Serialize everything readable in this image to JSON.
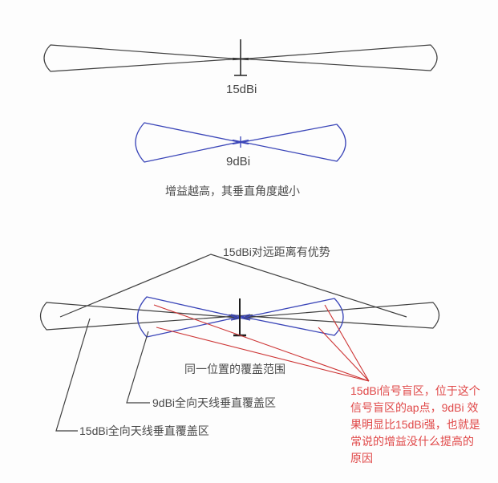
{
  "colors": {
    "black_line": "#3f3f3f",
    "blue_line": "#3a45b8",
    "red_line": "#cd3434",
    "text": "#4a4a4a",
    "red_text": "#e04848",
    "background": "#fdfdfd"
  },
  "top_pattern": {
    "gain_label": "15dBi"
  },
  "mid_pattern": {
    "gain_label": "9dBi"
  },
  "caption": "增益越高，其垂直角度越小",
  "bottom": {
    "advantage_label": "15dBi对远距离有优势",
    "coverage_label": "同一位置的覆盖范围",
    "label_9dbi_coverage": "9dBi全向天线垂直覆盖区",
    "label_15dbi_coverage": "15dBi全向天线垂直覆盖区",
    "blind_note": "15dBi信号盲区，位于这个\n信号盲区的ap点，9dBi 效\n果明显比15dBi强，也就是\n常说的增益没什么提高的\n原因"
  }
}
